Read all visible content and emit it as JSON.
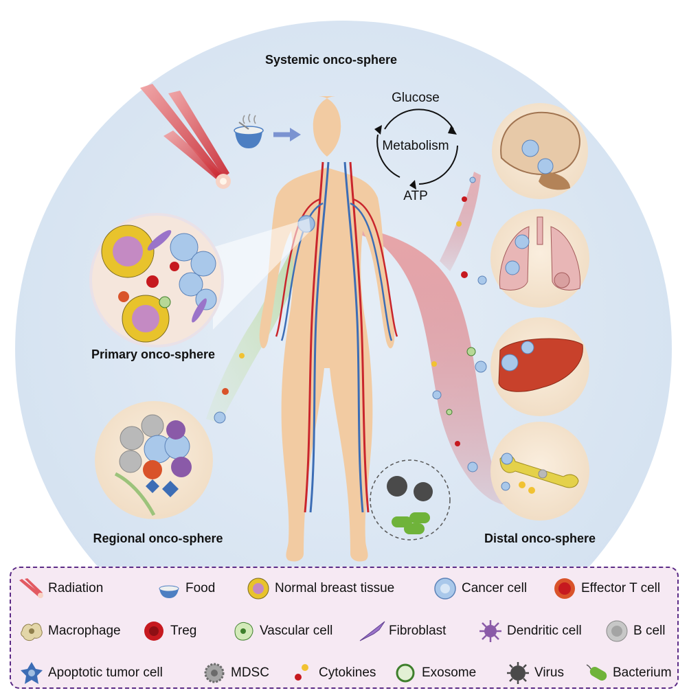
{
  "diagram": {
    "labels": {
      "systemic": "Systemic onco-sphere",
      "primary": "Primary onco-sphere",
      "regional": "Regional onco-sphere",
      "distal": "Distal onco-sphere"
    },
    "metabolism": {
      "top": "Glucose",
      "center": "Metabolism",
      "bottom": "ATP"
    },
    "colors": {
      "sphere": "#d9e6f3",
      "skin": "#f2cba2",
      "artery": "#c9252c",
      "vein": "#3c6db5",
      "legend_border": "#5b2b86",
      "legend_bg": "#f6e9f3"
    }
  },
  "legend": {
    "row1": [
      {
        "label": "Radiation",
        "icon": "radiation-icon"
      },
      {
        "label": "Food",
        "icon": "food-bowl-icon"
      },
      {
        "label": "Normal breast tissue",
        "icon": "breast-tissue-icon"
      },
      {
        "label": "Cancer cell",
        "icon": "cancer-cell-icon"
      },
      {
        "label": "Effector T cell",
        "icon": "effector-t-cell-icon"
      }
    ],
    "row2": [
      {
        "label": "Macrophage",
        "icon": "macrophage-icon"
      },
      {
        "label": "Treg",
        "icon": "treg-icon"
      },
      {
        "label": "Vascular cell",
        "icon": "vascular-cell-icon"
      },
      {
        "label": "Fibroblast",
        "icon": "fibroblast-icon"
      },
      {
        "label": "Dendritic cell",
        "icon": "dendritic-cell-icon"
      },
      {
        "label": "B cell",
        "icon": "b-cell-icon"
      }
    ],
    "row3": [
      {
        "label": "Apoptotic tumor cell",
        "icon": "apoptotic-cell-icon"
      },
      {
        "label": "MDSC",
        "icon": "mdsc-icon"
      },
      {
        "label": "Cytokines",
        "icon": "cytokines-icon"
      },
      {
        "label": "Exosome",
        "icon": "exosome-icon"
      },
      {
        "label": "Virus",
        "icon": "virus-icon"
      },
      {
        "label": "Bacterium",
        "icon": "bacterium-icon"
      }
    ]
  }
}
